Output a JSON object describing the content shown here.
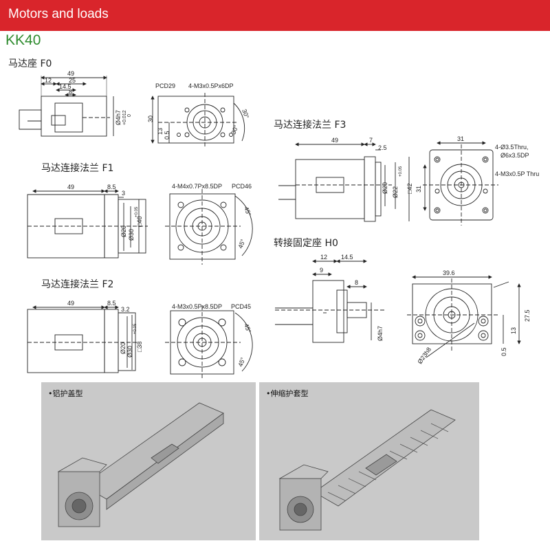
{
  "header": {
    "title": "Motors and loads",
    "model": "KK40"
  },
  "sections": {
    "f0": {
      "caption": "马达座 F0",
      "dims": {
        "length": "49",
        "d12": "12",
        "d25": "25",
        "d14_5": "14.5",
        "d8": "8",
        "shaft_dia": "Ø4h7",
        "shaft_tol": "+0.012",
        "shaft_tol2": "0",
        "h13": "13",
        "h0_5": "0.5",
        "h30": "30"
      },
      "labels": {
        "pcd": "PCD29",
        "thread": "4-M3x0.5Px6DP",
        "angle1": "30°",
        "angle2": "30°"
      }
    },
    "f1": {
      "caption": "马达连接法兰 F1",
      "dims": {
        "length": "49",
        "d8_5": "8.5",
        "d3": "3",
        "bore": "Ø20",
        "spigot": "Ø30",
        "spigot_tol": "+0.05",
        "spigot_tol2": "0",
        "square": "□40"
      },
      "labels": {
        "thread": "4-M4x0.7Px8.5DP",
        "pcd": "PCD46",
        "angle1": "45°",
        "angle2": "45°"
      }
    },
    "f2": {
      "caption": "马达连接法兰 F2",
      "dims": {
        "length": "49",
        "d8_5": "8.5",
        "d3_2": "3.2",
        "bore": "Ø20",
        "spigot": "Ø30",
        "spigot_tol": "+0.05",
        "spigot_tol2": "0",
        "square": "□38"
      },
      "labels": {
        "thread": "4-M3x0.5Px8.5DP",
        "pcd": "PCD45",
        "angle1": "45°",
        "angle2": "45°"
      }
    },
    "f3": {
      "caption": "马达连接法兰 F3",
      "dims": {
        "length": "49",
        "d7": "7",
        "d2_5": "2.5",
        "bore": "Ø20",
        "spigot": "Ø22",
        "spigot_tol": "+0.05",
        "spigot_tol2": "0",
        "square": "□42",
        "w31": "31",
        "h31": "31"
      },
      "labels": {
        "thru": "4-Ø3.5Thru,",
        "cbore": "Ø6x3.5DP",
        "thread": "4-M3x0.5P Thru"
      }
    },
    "h0": {
      "caption": "转接固定座 H0",
      "dims": {
        "d12": "12",
        "d14_5": "14.5",
        "d9": "9",
        "d8": "8",
        "shaft_dia": "Ø4h7",
        "w39_6": "39.6",
        "h27_5": "27.5",
        "h13": "13",
        "h0_5": "0.5",
        "pcd": "Ø23h8"
      }
    }
  },
  "photos": [
    {
      "caption": "•铝护盖型"
    },
    {
      "caption": "•伸缩护套型"
    }
  ],
  "colors": {
    "banner": "#d9252b",
    "model": "#2e8b2e",
    "photo_bg": "#c9c9c9"
  }
}
